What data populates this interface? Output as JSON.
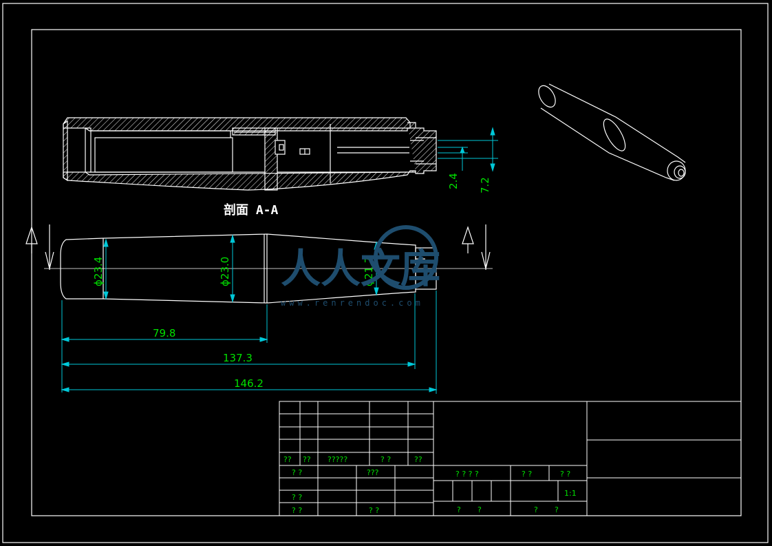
{
  "section_label": "剖面 A-A",
  "section_markers": [
    "A",
    "A"
  ],
  "dimensions": {
    "d_left": "ϕ23.4",
    "d_mid": "ϕ23.0",
    "d_right": "ϕ21.7",
    "len_1": "79.8",
    "len_2": "137.3",
    "len_3": "146.2",
    "small_1": "2.4",
    "small_2": "7.2"
  },
  "title_block": {
    "row_labels": [
      "??",
      "??",
      "?????",
      "? ?",
      "??"
    ],
    "cells": {
      "a": "? ?",
      "b": "???",
      "c": "? ? ? ?",
      "d": "? ?",
      "e": "? ?",
      "f": "? ?",
      "g": "1:1",
      "h": "? ?",
      "i": "? ?",
      "j": "?",
      "k": "?",
      "l": "?",
      "m": "?"
    }
  },
  "watermark": {
    "text": "人人文库",
    "url": "www.renrendoc.com"
  },
  "colors": {
    "line": "#ffffff",
    "dim": "#00e000",
    "leader": "#00c8d8",
    "watermark": "#1e4d6e"
  }
}
